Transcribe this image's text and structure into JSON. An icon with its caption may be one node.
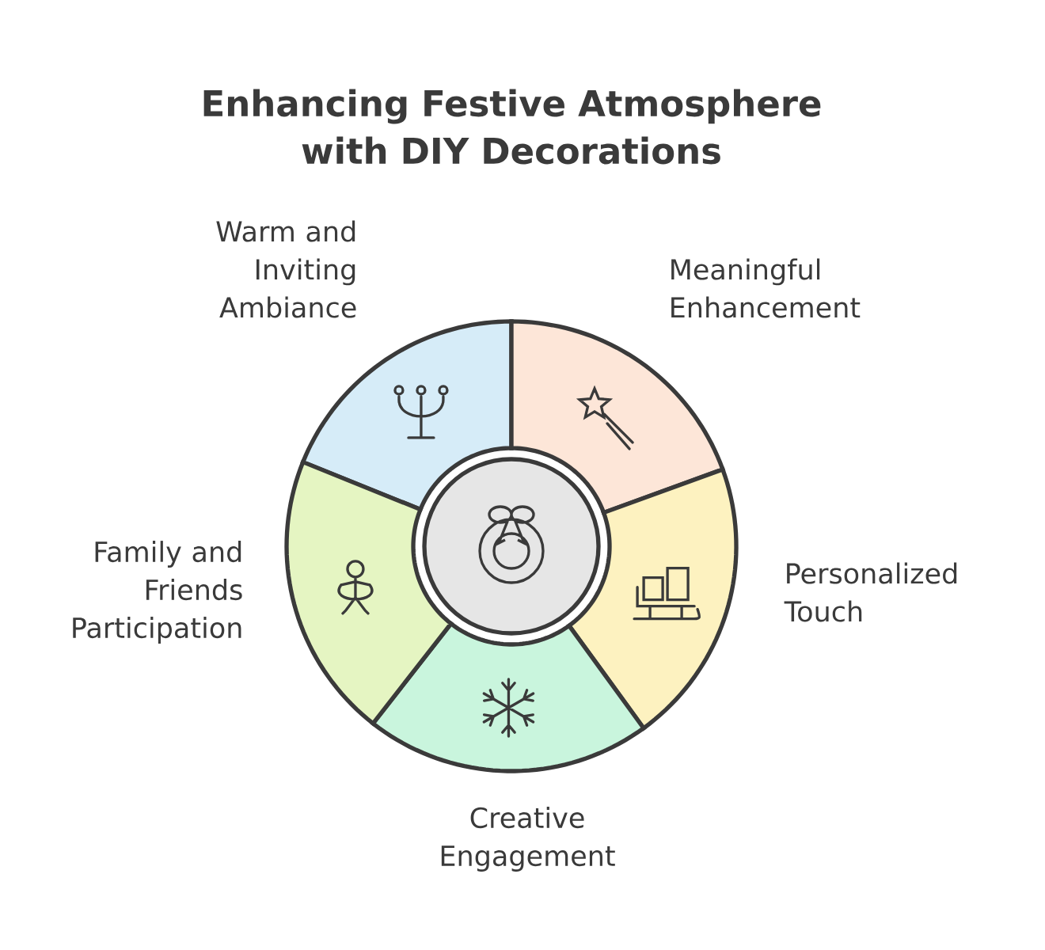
{
  "diagram": {
    "title": "Enhancing Festive Atmosphere with DIY Decorations",
    "nodes": [
      {
        "text": [],
        "shape": "circle"
      },
      {
        "text": [
          "Warm and Inviting Ambiance"
        ]
      },
      {
        "text": [
          "Meaningful Enhancement"
        ]
      },
      {
        "text": [
          "Personalized Touch"
        ]
      },
      {
        "text": [
          "Creative Engagement"
        ]
      },
      {
        "text": [
          "Family and Friends Participation"
        ]
      }
    ],
    "edges": []
  }
}
